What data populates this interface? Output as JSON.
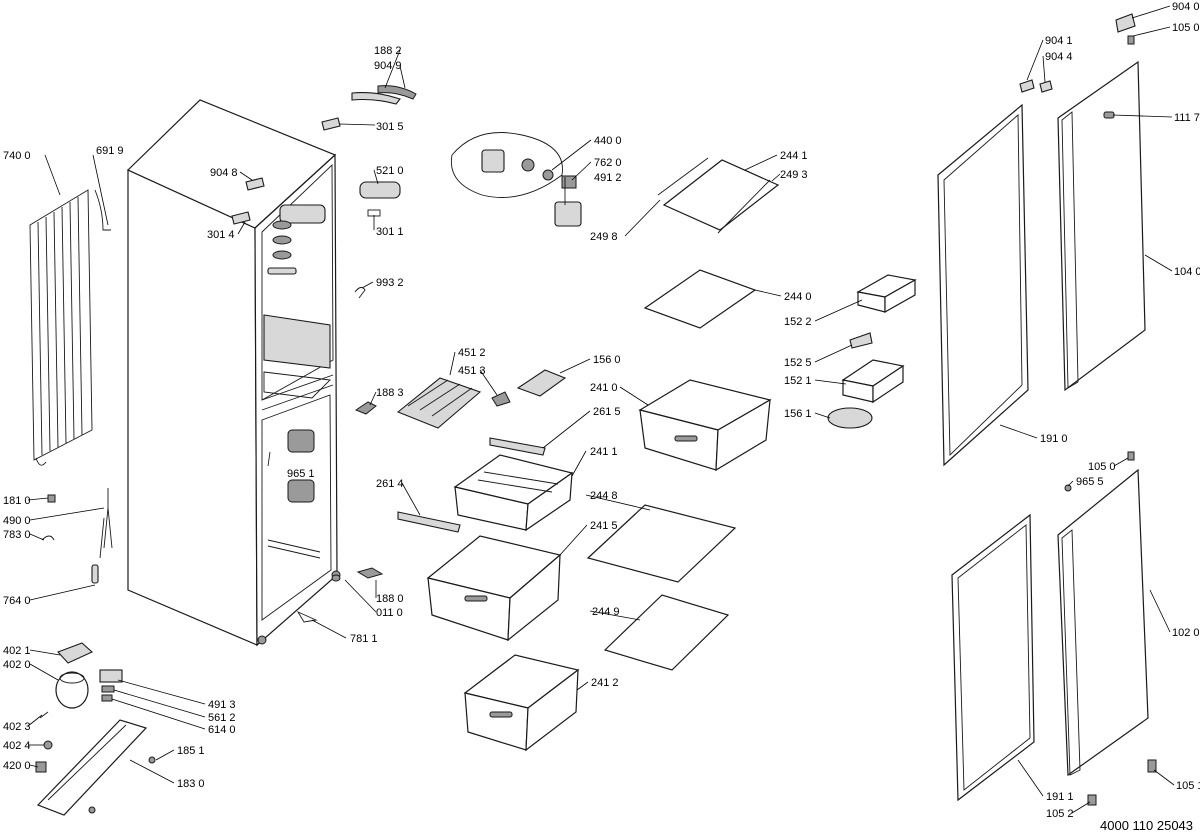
{
  "drawing_number": "4000 110 25043",
  "callouts": [
    {
      "id": "c1883",
      "text": "188 2"
    },
    {
      "id": "c9049",
      "text": "904 9"
    },
    {
      "id": "c3015",
      "text": "301 5"
    },
    {
      "id": "c7400",
      "text": "740 0"
    },
    {
      "id": "c6919",
      "text": "691 9"
    },
    {
      "id": "c9048",
      "text": "904 8"
    },
    {
      "id": "c3014",
      "text": "301 4"
    },
    {
      "id": "c5210",
      "text": "521 0"
    },
    {
      "id": "c3011",
      "text": "301 1"
    },
    {
      "id": "c9932",
      "text": "993 2"
    },
    {
      "id": "c4400",
      "text": "440 0"
    },
    {
      "id": "c7620",
      "text": "762 0"
    },
    {
      "id": "c4912",
      "text": "491 2"
    },
    {
      "id": "c2441",
      "text": "244 1"
    },
    {
      "id": "c2493",
      "text": "249 3"
    },
    {
      "id": "c2498",
      "text": "249 8"
    },
    {
      "id": "c2440",
      "text": "244 0"
    },
    {
      "id": "c4512",
      "text": "451 2"
    },
    {
      "id": "c4513",
      "text": "451 3"
    },
    {
      "id": "c1560",
      "text": "156 0"
    },
    {
      "id": "c1883b",
      "text": "188 3"
    },
    {
      "id": "c2410",
      "text": "241 0"
    },
    {
      "id": "c2615",
      "text": "261 5"
    },
    {
      "id": "c2411",
      "text": "241 1"
    },
    {
      "id": "c9651",
      "text": "965 1"
    },
    {
      "id": "c2614",
      "text": "261 4"
    },
    {
      "id": "c2448",
      "text": "244 8"
    },
    {
      "id": "c2415",
      "text": "241 5"
    },
    {
      "id": "c1810",
      "text": "181 0"
    },
    {
      "id": "c4900",
      "text": "490 0"
    },
    {
      "id": "c7830",
      "text": "783 0"
    },
    {
      "id": "c7640",
      "text": "764 0"
    },
    {
      "id": "c1880",
      "text": "188 0"
    },
    {
      "id": "c0110",
      "text": "011 0"
    },
    {
      "id": "c7811",
      "text": "781 1"
    },
    {
      "id": "c2449",
      "text": "244 9"
    },
    {
      "id": "c4021",
      "text": "402 1"
    },
    {
      "id": "c4020",
      "text": "402 0"
    },
    {
      "id": "c4913",
      "text": "491 3"
    },
    {
      "id": "c5612",
      "text": "561 2"
    },
    {
      "id": "c6140",
      "text": "614 0"
    },
    {
      "id": "c4023",
      "text": "402 3"
    },
    {
      "id": "c4024",
      "text": "402 4"
    },
    {
      "id": "c2412",
      "text": "241 2"
    },
    {
      "id": "c1851",
      "text": "185 1"
    },
    {
      "id": "c4200",
      "text": "420 0"
    },
    {
      "id": "c1830",
      "text": "183 0"
    },
    {
      "id": "c1522",
      "text": "152 2"
    },
    {
      "id": "c1525",
      "text": "152 5"
    },
    {
      "id": "c1521",
      "text": "152 1"
    },
    {
      "id": "c1561",
      "text": "156 1"
    },
    {
      "id": "c9040",
      "text": "904 0"
    },
    {
      "id": "c1050",
      "text": "105 0"
    },
    {
      "id": "c9041",
      "text": "904 1"
    },
    {
      "id": "c9044",
      "text": "904 4"
    },
    {
      "id": "c1117",
      "text": "111 7"
    },
    {
      "id": "c1040",
      "text": "104 0"
    },
    {
      "id": "c1910",
      "text": "191 0"
    },
    {
      "id": "c1050b",
      "text": "105 0"
    },
    {
      "id": "c9655",
      "text": "965 5"
    },
    {
      "id": "c1020",
      "text": "102 0"
    },
    {
      "id": "c1911",
      "text": "191 1"
    },
    {
      "id": "c1052",
      "text": "105 2"
    },
    {
      "id": "c1051",
      "text": "105 1"
    }
  ]
}
